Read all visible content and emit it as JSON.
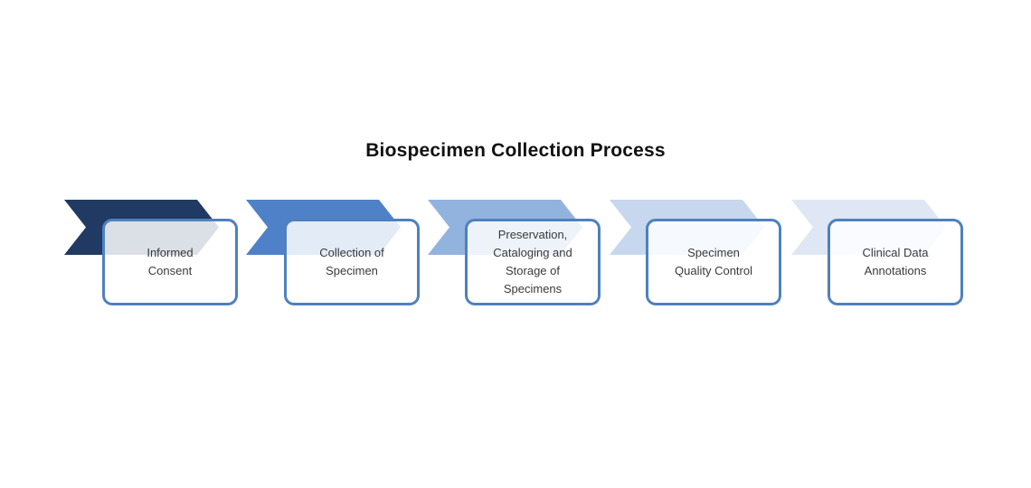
{
  "title": "Biospecimen Collection Process",
  "steps": [
    {
      "lines": [
        "Informed",
        "Consent"
      ],
      "color": "#203A63"
    },
    {
      "lines": [
        "Collection of",
        "Specimen"
      ],
      "color": "#4E81C8"
    },
    {
      "lines": [
        "Preservation,",
        "Cataloging and",
        "Storage of",
        "Specimens"
      ],
      "color": "#93B3DF"
    },
    {
      "lines": [
        "Specimen",
        "Quality Control"
      ],
      "color": "#C6D7EE"
    },
    {
      "lines": [
        "Clinical Data",
        "Annotations"
      ],
      "color": "#DFE7F4"
    }
  ],
  "colors": {
    "background": "#FFFFFF",
    "box_border": "#4F81BD",
    "box_fill": "rgba(255,255,255,0.84)",
    "text": "#3A3A3A",
    "title": "#111111"
  }
}
